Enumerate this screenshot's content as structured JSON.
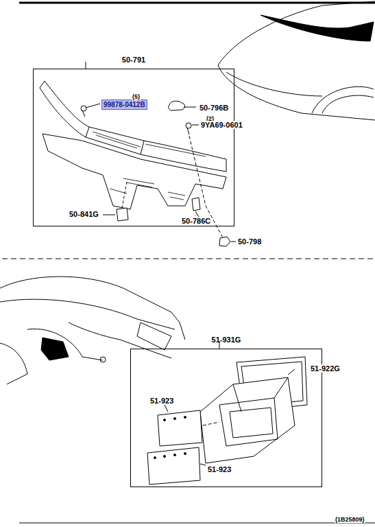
{
  "diagram": {
    "nodes": [
      {
        "text": [
          "50-791"
        ]
      },
      {
        "text": [
          "99878-0412B"
        ],
        "in": 0
      },
      {
        "text": [
          "51-931G"
        ]
      }
    ],
    "labels": [
      "(5)",
      "50-796B",
      "(2)",
      "9YA69-0601",
      "50-841G",
      "50-786C",
      "50-798",
      "51-922G",
      "51-923",
      "51-923",
      "(1B25809)"
    ]
  }
}
